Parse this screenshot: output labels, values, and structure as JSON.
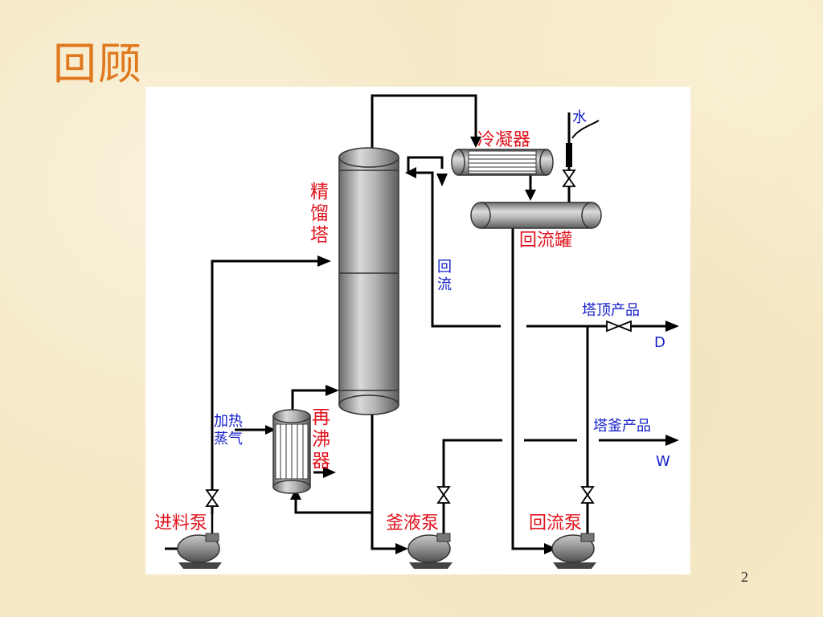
{
  "slide": {
    "title": "回顾",
    "page_number": "2"
  },
  "diagram": {
    "labels": {
      "column": [
        "精",
        "馏",
        "塔"
      ],
      "condenser": "冷凝器",
      "water": "水",
      "reflux_drum": "回流罐",
      "reflux": [
        "回",
        "流"
      ],
      "top_product": "塔顶产品",
      "top_product_symbol": "D",
      "bottom_product": "塔釜产品",
      "bottom_product_symbol": "W",
      "reboiler": [
        "再",
        "沸",
        "器"
      ],
      "heating_steam_line1": "加热",
      "heating_steam_line2": "蒸气",
      "feed_pump": "进料泵",
      "bottoms_pump": "釜液泵",
      "reflux_pump": "回流泵"
    },
    "colors": {
      "equipment_label": "#e0141e",
      "stream_label": "#1420c8",
      "line": "#000000",
      "vessel": "#9a9a9a"
    }
  }
}
